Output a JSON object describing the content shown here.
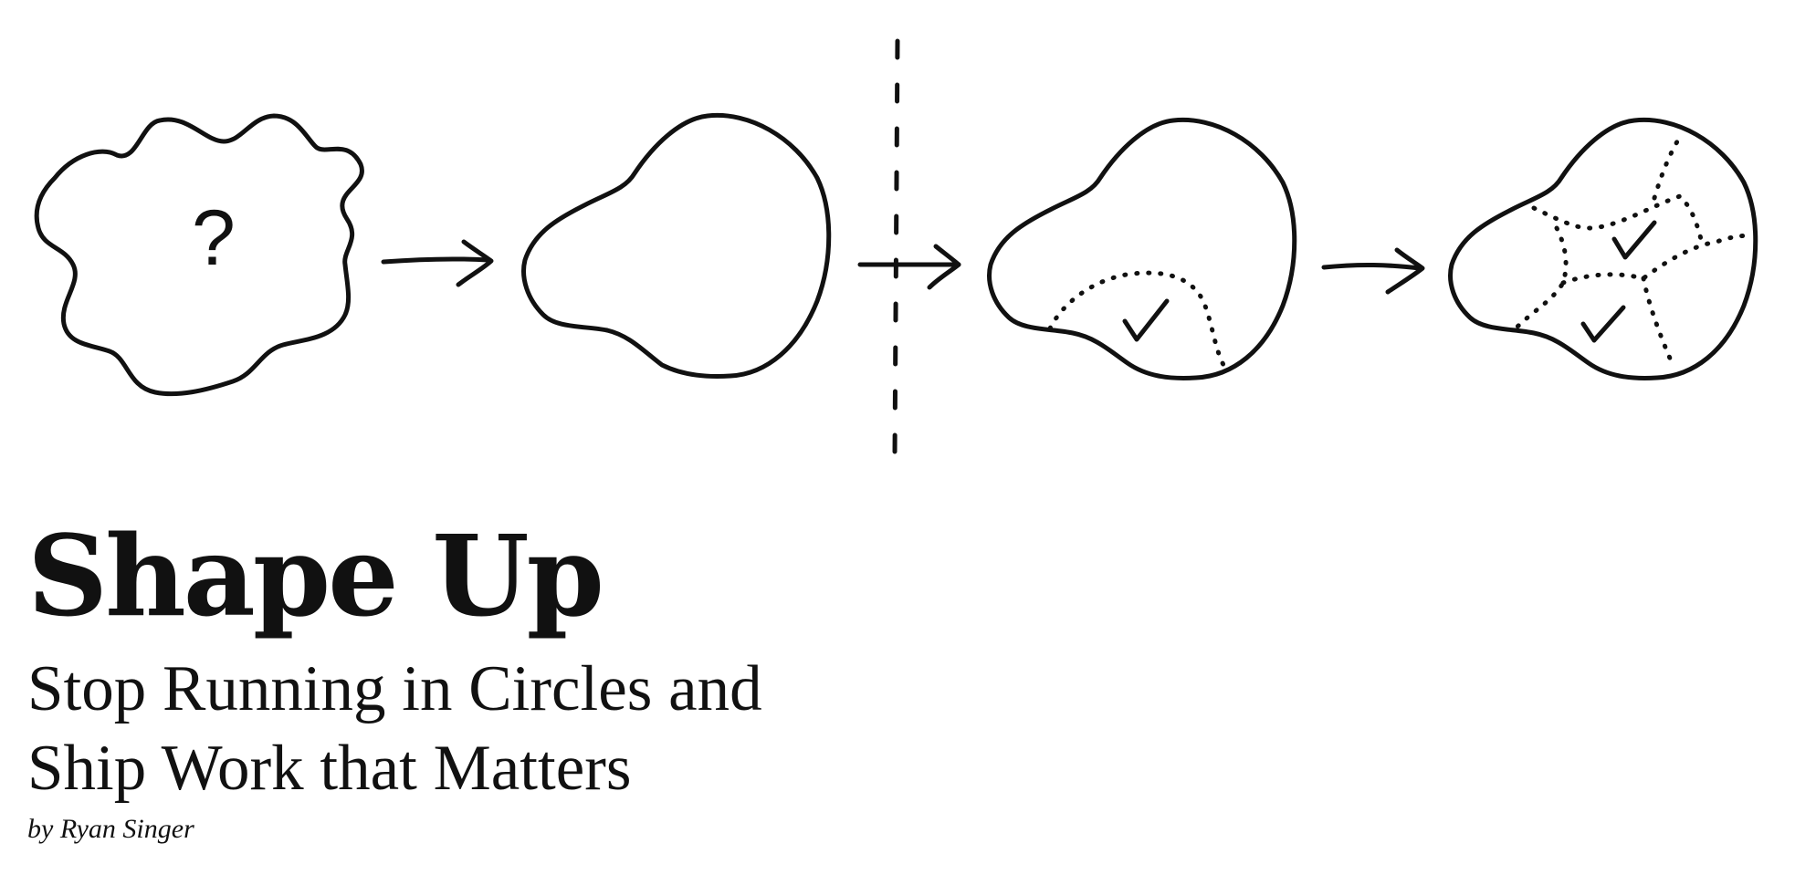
{
  "illustration": {
    "question_mark": "?",
    "stages": [
      "wiggly-blob-with-question-mark",
      "smooth-blob",
      "blob-with-one-checked-scope",
      "blob-with-all-scopes-checked"
    ],
    "icons": [
      "arrow-right-icon",
      "check-icon",
      "dashed-divider-line"
    ]
  },
  "book": {
    "title": "Shape Up",
    "subtitle_line1": "Stop Running in Circles and",
    "subtitle_line2": "Ship Work that Matters",
    "author": "by Ryan Singer"
  },
  "colors": {
    "ink": "#111111",
    "background": "#ffffff"
  }
}
